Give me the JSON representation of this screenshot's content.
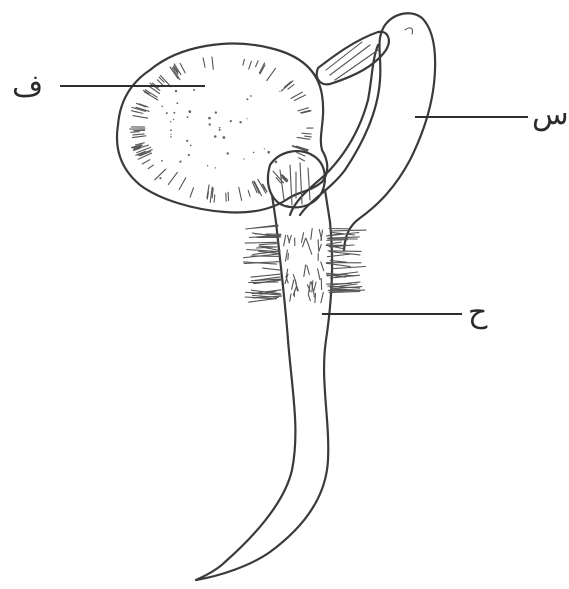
{
  "labels": {
    "cotyledon": "ف",
    "hypocotyl": "س",
    "root_hair_zone": "ح"
  }
}
